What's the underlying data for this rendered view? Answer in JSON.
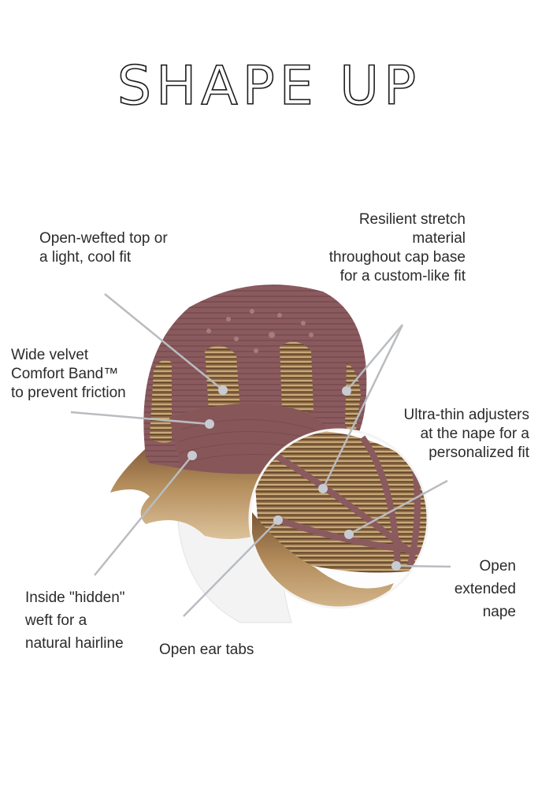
{
  "title": "SHAPE UP",
  "colors": {
    "cap": "#8a5a5e",
    "cap_dark": "#6e4446",
    "hair_light": "#c9a77a",
    "hair_dark": "#7a5634",
    "leader_line": "#b9bcc0",
    "dot": "#c8ccd2",
    "text": "#2b2b2b"
  },
  "callouts": [
    {
      "id": "open-wefted-top",
      "lines": [
        "Open-wefted top or",
        "a light, cool fit"
      ]
    },
    {
      "id": "resilient-stretch",
      "lines": [
        "Resilient stretch",
        "material",
        "throughout cap base",
        "for a custom-like fit"
      ]
    },
    {
      "id": "velvet-comfort-band",
      "lines": [
        "Wide velvet",
        "Comfort Band™",
        "to prevent friction"
      ]
    },
    {
      "id": "ultra-thin-adjusters",
      "lines": [
        "Ultra-thin adjusters",
        "at the nape for a",
        "personalized fit"
      ]
    },
    {
      "id": "open-extended-nape",
      "lines": [
        "Open",
        "extended",
        "nape"
      ]
    },
    {
      "id": "hidden-weft",
      "lines": [
        "Inside \"hidden\"",
        "weft for a",
        "natural hairline"
      ]
    },
    {
      "id": "open-ear-tabs",
      "lines": [
        "Open ear tabs"
      ]
    }
  ]
}
